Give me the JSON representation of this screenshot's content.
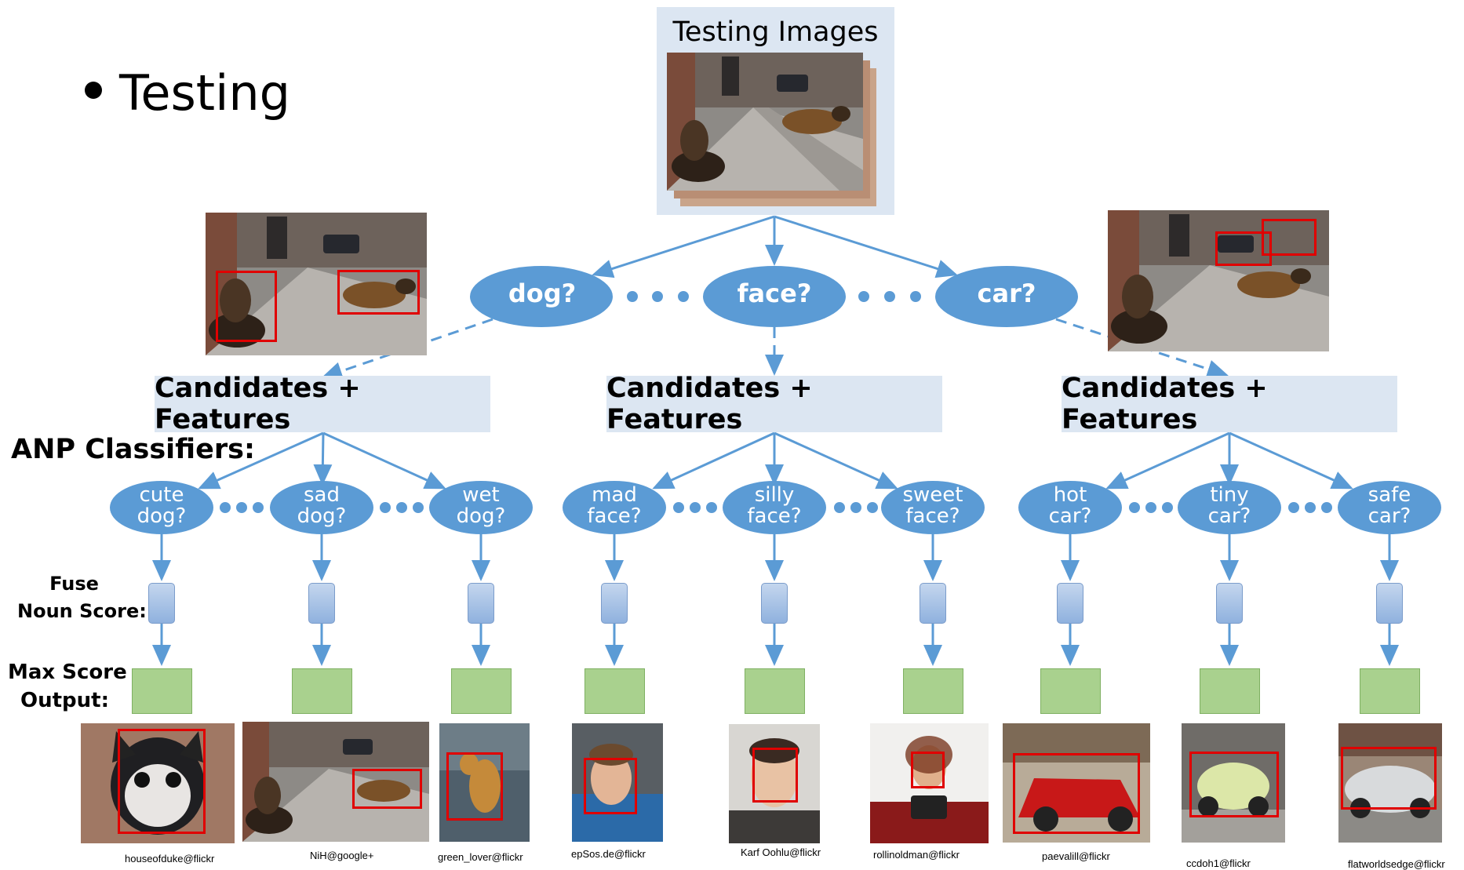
{
  "slide": {
    "bullet": "Testing",
    "testing_images_label": "Testing Images",
    "anp_label": "ANP Classifiers:",
    "fuse_label_line1": "Fuse",
    "fuse_label_line2": "Noun Score:",
    "max_label_line1": "Max Score",
    "max_label_line2": "Output:"
  },
  "nouns": [
    "dog?",
    "face?",
    "car?"
  ],
  "candidates_label": "Candidates + Features",
  "anps": [
    {
      "l1": "cute",
      "l2": "dog?"
    },
    {
      "l1": "sad",
      "l2": "dog?"
    },
    {
      "l1": "wet",
      "l2": "dog?"
    },
    {
      "l1": "mad",
      "l2": "face?"
    },
    {
      "l1": "silly",
      "l2": "face?"
    },
    {
      "l1": "sweet",
      "l2": "face?"
    },
    {
      "l1": "hot",
      "l2": "car?"
    },
    {
      "l1": "tiny",
      "l2": "car?"
    },
    {
      "l1": "safe",
      "l2": "car?"
    }
  ],
  "captions": [
    "houseofduke@flickr",
    "NiH@google+",
    "green_lover@flickr",
    "epSos.de@flickr",
    "Karf Oohlu@flickr",
    "rollinoldman@flickr",
    "paevalill@flickr",
    "ccdoh1@flickr",
    "flatworldsedge@flickr"
  ],
  "colors": {
    "ellipse": "#5b9bd5",
    "arrow": "#5b9bd5",
    "candidate_box": "#dce6f2",
    "fuse_box": "#9dbbe3",
    "max_box": "#a9d18e",
    "bbox": "#e00000"
  }
}
